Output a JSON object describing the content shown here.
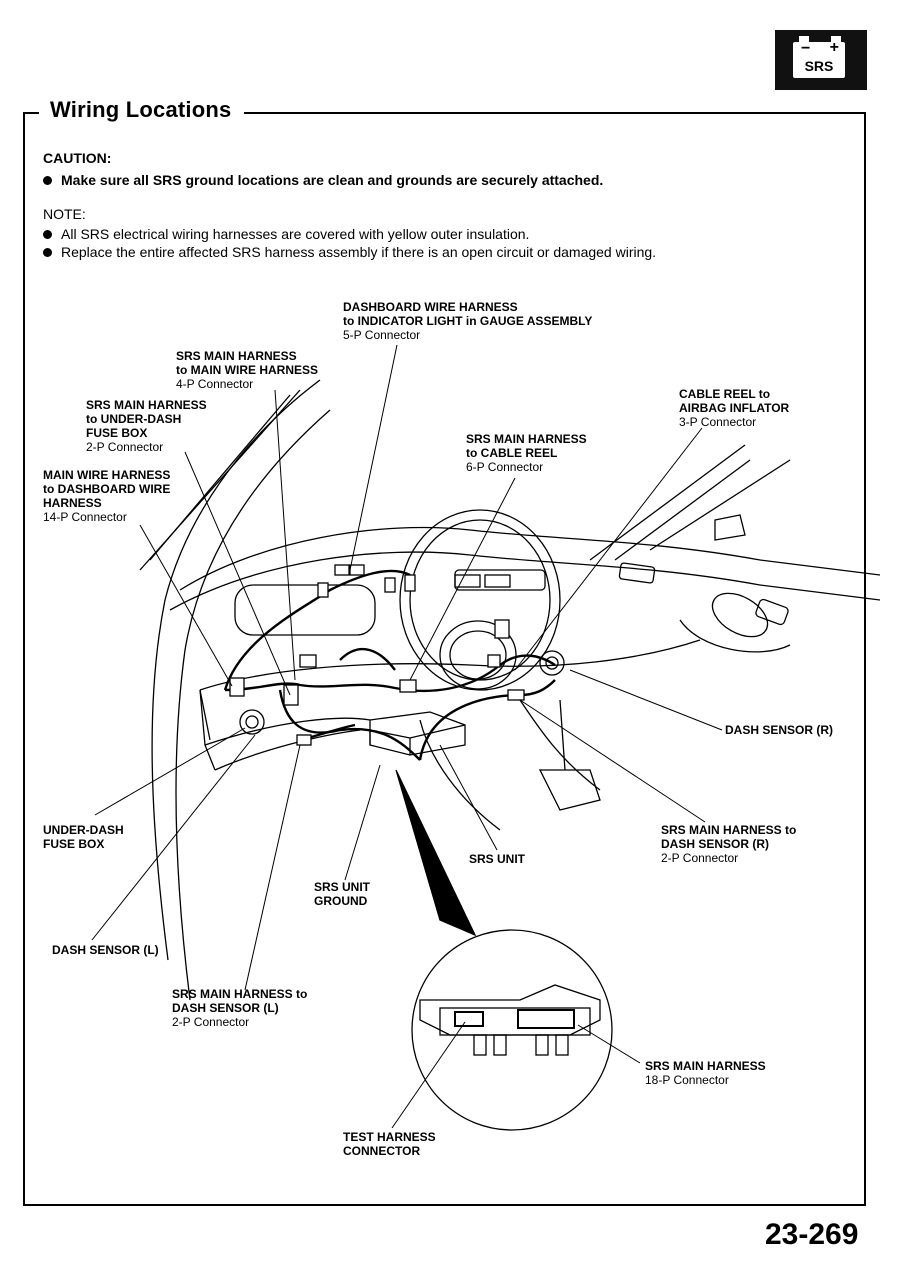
{
  "header": {
    "badge_text": "SRS",
    "badge_minus": "−",
    "badge_plus": "+",
    "title": "Wiring Locations"
  },
  "caution": {
    "heading": "CAUTION:",
    "items": [
      "Make sure all SRS ground locations are clean and grounds are securely attached."
    ]
  },
  "note": {
    "heading": "NOTE:",
    "items": [
      "All SRS electrical wiring harnesses are covered with yellow outer insulation.",
      "Replace the entire affected SRS harness assembly if there is an open circuit or damaged wiring."
    ]
  },
  "labels": {
    "dashboard_harness": {
      "l1": "DASHBOARD WIRE HARNESS",
      "l2": "to INDICATOR LIGHT in GAUGE ASSEMBLY",
      "sub": "5-P Connector"
    },
    "main_to_main": {
      "l1": "SRS MAIN HARNESS",
      "l2": "to MAIN WIRE HARNESS",
      "sub": "4-P Connector"
    },
    "main_to_fuse": {
      "l1": "SRS MAIN HARNESS",
      "l2": "to UNDER-DASH",
      "l3": "FUSE BOX",
      "sub": "2-P Connector"
    },
    "main_wire_to_dash": {
      "l1": "MAIN WIRE HARNESS",
      "l2": "to DASHBOARD WIRE",
      "l3": "HARNESS",
      "sub": "14-P Connector"
    },
    "cable_reel_airbag": {
      "l1": "CABLE REEL to",
      "l2": "AIRBAG INFLATOR",
      "sub": "3-P Connector"
    },
    "main_to_cable_reel": {
      "l1": "SRS MAIN HARNESS",
      "l2": "to CABLE REEL",
      "sub": "6-P Connector"
    },
    "dash_sensor_r": {
      "l1": "DASH SENSOR (R)"
    },
    "under_dash_fuse": {
      "l1": "UNDER-DASH",
      "l2": "FUSE BOX"
    },
    "main_to_sensor_r": {
      "l1": "SRS MAIN HARNESS to",
      "l2": "DASH SENSOR (R)",
      "sub": "2-P Connector"
    },
    "srs_unit": {
      "l1": "SRS UNIT"
    },
    "srs_unit_ground": {
      "l1": "SRS UNIT",
      "l2": "GROUND"
    },
    "dash_sensor_l": {
      "l1": "DASH SENSOR (L)"
    },
    "main_to_sensor_l": {
      "l1": "SRS MAIN HARNESS to",
      "l2": "DASH SENSOR (L)",
      "sub": "2-P Connector"
    },
    "main_18p": {
      "l1": "SRS MAIN HARNESS",
      "sub": "18-P Connector"
    },
    "test_harness": {
      "l1": "TEST HARNESS",
      "l2": "CONNECTOR"
    }
  },
  "footer": {
    "page_number": "23-269"
  }
}
